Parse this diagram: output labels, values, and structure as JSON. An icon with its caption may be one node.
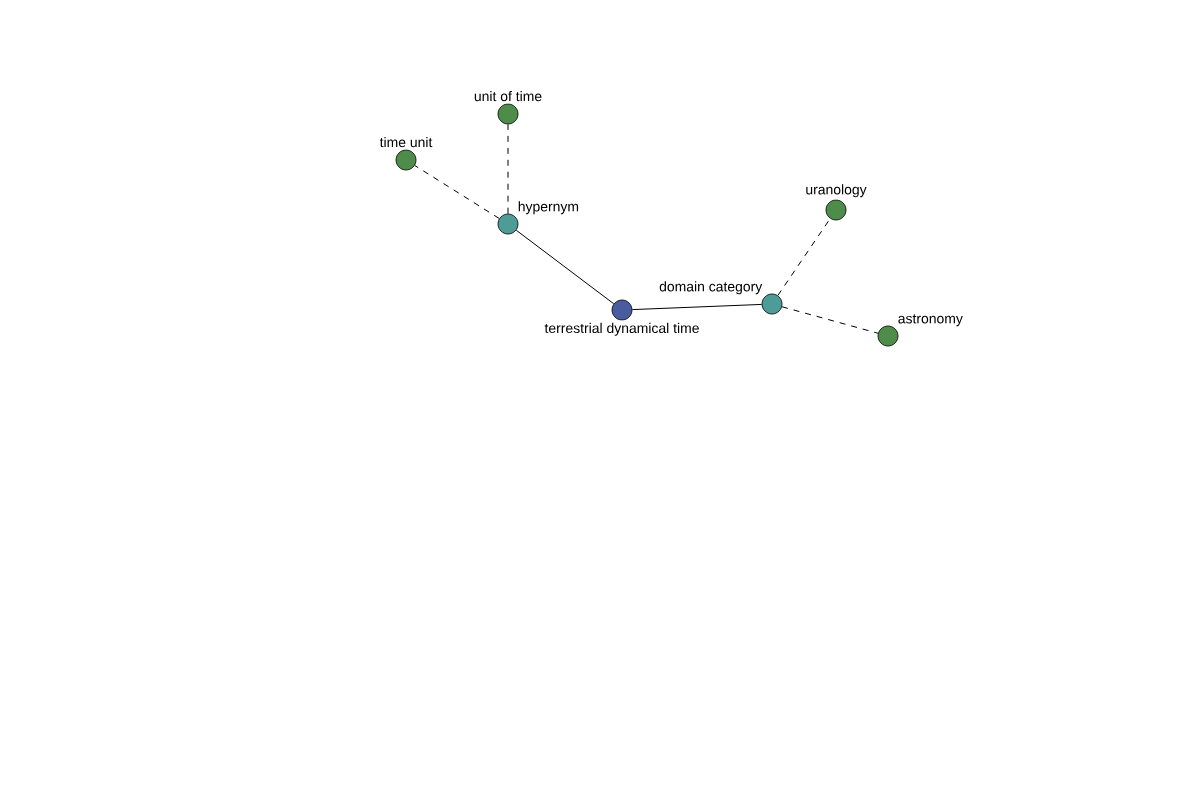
{
  "diagram": {
    "nodes": [
      {
        "text": [
          "unit of time"
        ]
      },
      {
        "text": [
          "time unit"
        ]
      },
      {
        "text": [
          "hypernym"
        ]
      },
      {
        "text": [
          "terrestrial dynamical time"
        ]
      },
      {
        "text": [
          "domain category"
        ]
      },
      {
        "text": [
          "uranology"
        ]
      },
      {
        "text": [
          "astronomy"
        ]
      }
    ],
    "edges": [
      {
        "from": 2,
        "to": 0,
        "arrow": "none",
        "style": "dashed"
      },
      {
        "from": 2,
        "to": 1,
        "arrow": "none",
        "style": "dashed"
      },
      {
        "from": 3,
        "to": 2,
        "arrow": "none"
      },
      {
        "from": 3,
        "to": 4,
        "arrow": "none"
      },
      {
        "from": 4,
        "to": 5,
        "arrow": "none",
        "style": "dashed"
      },
      {
        "from": 4,
        "to": 6,
        "arrow": "none",
        "style": "dashed"
      }
    ]
  }
}
